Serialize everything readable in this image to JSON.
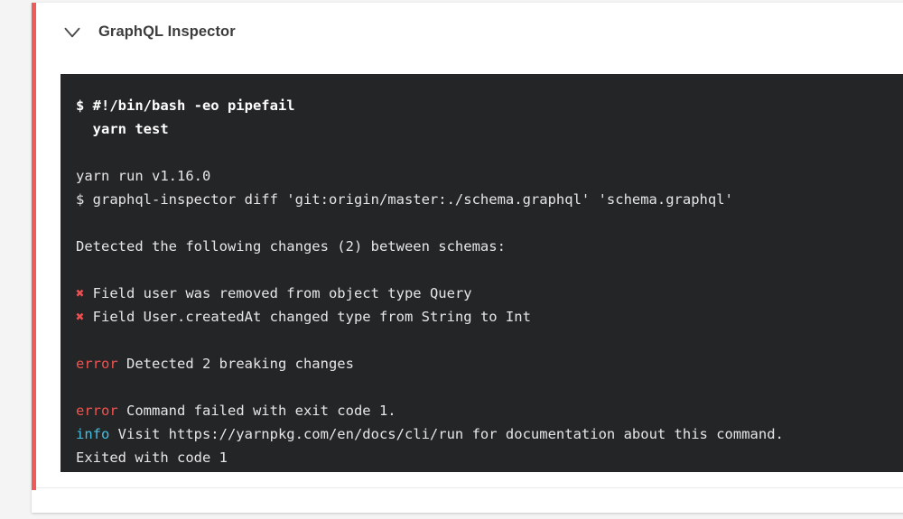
{
  "card": {
    "accent_color": "#ef5b5b",
    "header": {
      "collapse_icon": "chevron-down-icon",
      "title": "GraphQL Inspector"
    },
    "terminal": {
      "background_color": "#232527",
      "default_text_color": "#e6e6e6",
      "error_color": "#f0534f",
      "info_color": "#46bfe0",
      "cross_color": "#ef4f4f",
      "lines": [
        {
          "type": "command",
          "bold": true,
          "text": "$ #!/bin/bash -eo pipefail"
        },
        {
          "type": "command",
          "bold": true,
          "text": "  yarn test"
        },
        {
          "type": "blank",
          "text": ""
        },
        {
          "type": "output",
          "text": "yarn run v1.16.0"
        },
        {
          "type": "output",
          "text": "$ graphql-inspector diff 'git:origin/master:./schema.graphql' 'schema.graphql'"
        },
        {
          "type": "blank",
          "text": ""
        },
        {
          "type": "output",
          "text": "Detected the following changes (2) between schemas:"
        },
        {
          "type": "blank",
          "text": ""
        },
        {
          "type": "change",
          "marker": "✖",
          "text": " Field user was removed from object type Query"
        },
        {
          "type": "change",
          "marker": "✖",
          "text": " Field User.createdAt changed type from String to Int"
        },
        {
          "type": "blank",
          "text": ""
        },
        {
          "type": "error",
          "label": "error",
          "text": " Detected 2 breaking changes"
        },
        {
          "type": "blank",
          "text": ""
        },
        {
          "type": "error",
          "label": "error",
          "text": " Command failed with exit code 1."
        },
        {
          "type": "info",
          "label": "info",
          "text": " Visit https://yarnpkg.com/en/docs/cli/run for documentation about this command."
        },
        {
          "type": "output",
          "text": "Exited with code 1"
        }
      ]
    }
  }
}
